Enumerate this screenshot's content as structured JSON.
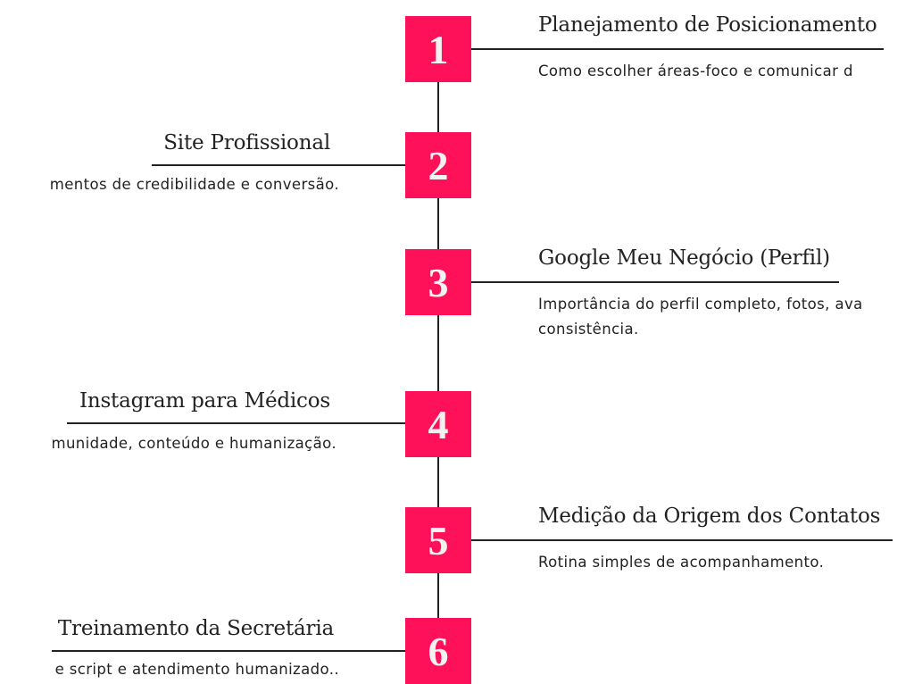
{
  "accent_color": "#ff1159",
  "steps": [
    {
      "number": "1",
      "title": "Planejamento de Posicionamento",
      "desc": [
        "Como escolher áreas-foco e comunicar d"
      ]
    },
    {
      "number": "2",
      "title": "Site Profissional",
      "desc": [
        "mentos de credibilidade e conversão."
      ]
    },
    {
      "number": "3",
      "title": "Google Meu Negócio (Perfil)",
      "desc": [
        "Importância do perfil completo, fotos, ava",
        "consistência."
      ]
    },
    {
      "number": "4",
      "title": "Instagram para Médicos",
      "desc": [
        "munidade, conteúdo e humanização."
      ]
    },
    {
      "number": "5",
      "title": "Medição da Origem dos Contatos",
      "desc": [
        "Rotina simples de acompanhamento."
      ]
    },
    {
      "number": "6",
      "title": "Treinamento da Secretária",
      "desc": [
        "e script e atendimento humanizado.."
      ]
    }
  ]
}
